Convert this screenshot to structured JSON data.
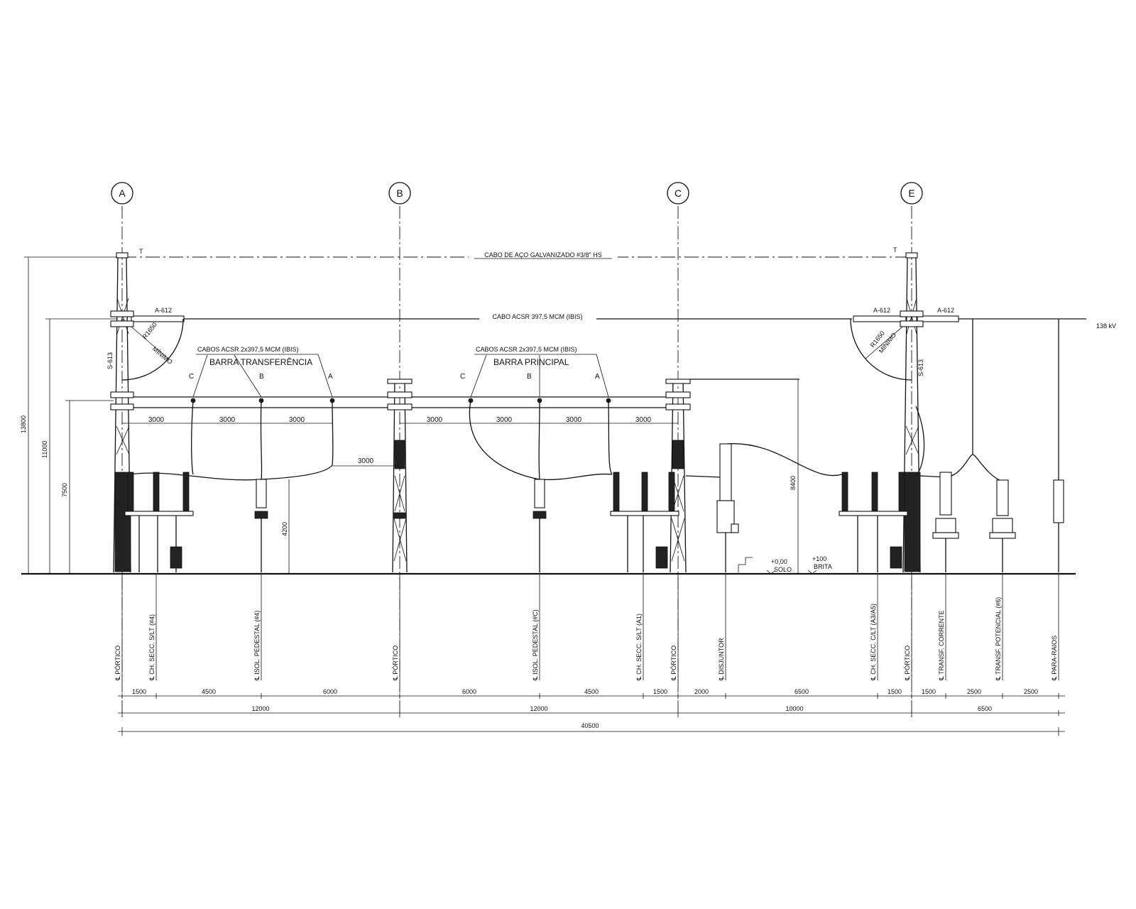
{
  "axes": [
    {
      "label": "A"
    },
    {
      "label": "B"
    },
    {
      "label": "C"
    },
    {
      "label": "E"
    }
  ],
  "top_labels": {
    "shield_wire": "CABO DE AÇO GALVANIZADO #3/8\" HS",
    "main_conductor": "CABO ACSR 397,5 MCM (IBIS)",
    "voltage": "138 kV",
    "insulator_left": "A-612",
    "insulator_right_1": "A-612",
    "insulator_right_2": "A-612",
    "shield_tag_left": "T",
    "shield_tag_right": "T",
    "post_tag_left": "S-613",
    "post_tag_right": "S-613",
    "radius_left": "R1650",
    "radius_left_note": "MÍNIMO",
    "radius_right": "R1650",
    "radius_right_note": "MÍNIMO"
  },
  "bus_transfer": {
    "cable": "CABOS ACSR 2x397,5 MCM (IBIS)",
    "name": "BARRA TRANSFERÊNCIA",
    "phases": [
      "C",
      "B",
      "A"
    ]
  },
  "bus_main": {
    "cable": "CABOS ACSR 2x397,5 MCM (IBIS)",
    "name": "BARRA PRINCIPAL",
    "phases": [
      "C",
      "B",
      "A"
    ]
  },
  "phase_spacing": [
    "3000",
    "3000",
    "3000",
    "3000",
    "3000",
    "3000",
    "3000"
  ],
  "drop_spacing": "3000",
  "vertical_dims": {
    "d13800": "13800",
    "d11000": "11000",
    "d7500": "7500",
    "d4200": "4200",
    "d8400": "8400"
  },
  "levels": {
    "ground": "+0,00",
    "ground_note": "SOLO",
    "gravel": "+100",
    "gravel_note": "BRITA"
  },
  "equipment": [
    "℄ PÓRTICO",
    "℄ CH. SECC. S/LT (#4)",
    "℄ ISOL. PEDESTAL (#4)",
    "℄ PÓRTICO",
    "℄ ISOL. PEDESTAL (#C)",
    "℄ CH. SECC. S/LT (A1)",
    "℄ PÓRTICO",
    "℄ DISJUNTOR",
    "℄ CH. SECC. C/LT (A3/A5)",
    "℄ PÓRTICO",
    "℄ TRANSF. CORRENTE",
    "℄ TRANSF. POTENCIAL (#6)",
    "℄ PARA-RAIOS"
  ],
  "dims_row1": [
    "1500",
    "4500",
    "6000",
    "6000",
    "4500",
    "1500",
    "2000",
    "6500",
    "1500",
    "1500",
    "2500",
    "2500"
  ],
  "dims_row2": [
    "12000",
    "12000",
    "10000",
    "6500"
  ],
  "dims_total": "40500"
}
